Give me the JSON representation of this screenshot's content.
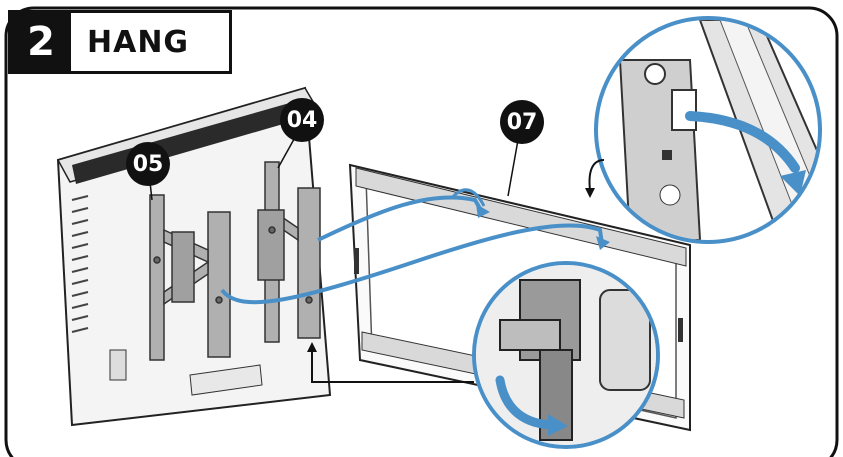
{
  "step": {
    "number": "2",
    "title": "HANG"
  },
  "parts": [
    {
      "id": "05",
      "label": "05"
    },
    {
      "id": "04",
      "label": "04"
    },
    {
      "id": "07",
      "label": "07"
    }
  ],
  "colors": {
    "accent": "#4a90c8",
    "ink": "#111111",
    "metal": "#a9a9a9",
    "frame": "#d9d9d9"
  },
  "icons": [
    "hook-detail-icon",
    "latch-detail-icon",
    "curved-arrow-icon"
  ]
}
